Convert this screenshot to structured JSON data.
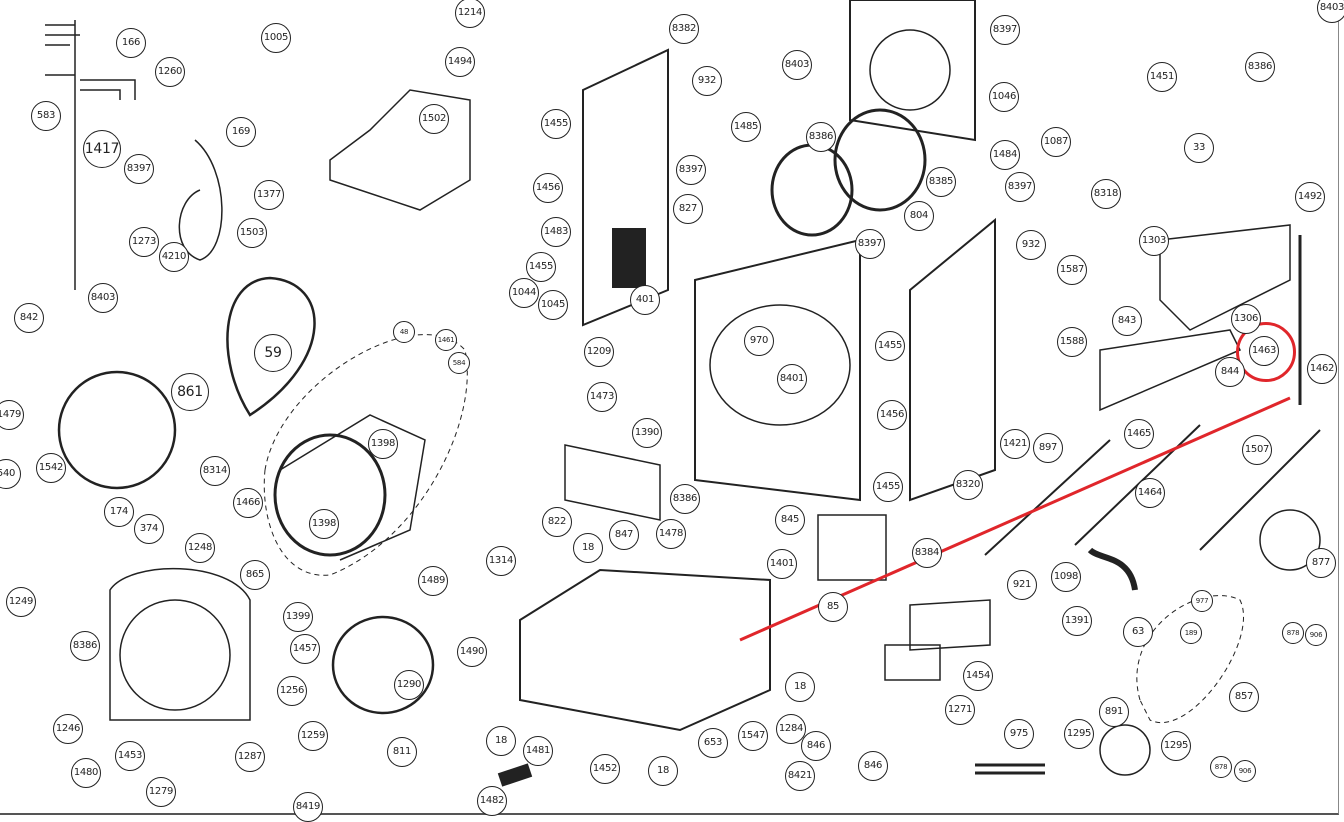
{
  "diagram": {
    "title": "",
    "highlight_color": "#e0262b",
    "highlighted_part": "1463",
    "callouts": [
      "1214",
      "166",
      "1005",
      "8382",
      "8397",
      "8403",
      "1260",
      "1494",
      "932",
      "8403",
      "1046",
      "1451",
      "8386",
      "583",
      "1417",
      "169",
      "1502",
      "1455",
      "1485",
      "8386",
      "1087",
      "33",
      "8397",
      "1377",
      "1456",
      "8397",
      "827",
      "8385",
      "1484",
      "8397",
      "8318",
      "1492",
      "1273",
      "4210",
      "1503",
      "1483",
      "1455",
      "8397",
      "804",
      "932",
      "1303",
      "8403",
      "1044",
      "1045",
      "1587",
      "842",
      "59",
      "48",
      "1461",
      "584",
      "401",
      "970",
      "1209",
      "1588",
      "843",
      "1306",
      "1463",
      "844",
      "1462",
      "861",
      "1479",
      "1473",
      "8401",
      "1455",
      "1390",
      "1398",
      "1456",
      "1421",
      "897",
      "1465",
      "1507",
      "540",
      "1542",
      "8314",
      "1466",
      "174",
      "374",
      "1398",
      "8386",
      "822",
      "1455",
      "8320",
      "1464",
      "845",
      "1478",
      "1248",
      "18",
      "847",
      "1314",
      "8384",
      "877",
      "865",
      "1401",
      "1098",
      "921",
      "1489",
      "1249",
      "85",
      "1399",
      "1391",
      "63",
      "8386",
      "1457",
      "1490",
      "1290",
      "18",
      "1256",
      "1454",
      "1271",
      "857",
      "1246",
      "18",
      "1481",
      "653",
      "1547",
      "1284",
      "846",
      "846",
      "975",
      "891",
      "1295",
      "1295",
      "878",
      "906",
      "878",
      "906",
      "1453",
      "1287",
      "1259",
      "811",
      "1452",
      "18",
      "8421",
      "1480",
      "1279",
      "8419",
      "1482",
      "189",
      "977"
    ]
  }
}
